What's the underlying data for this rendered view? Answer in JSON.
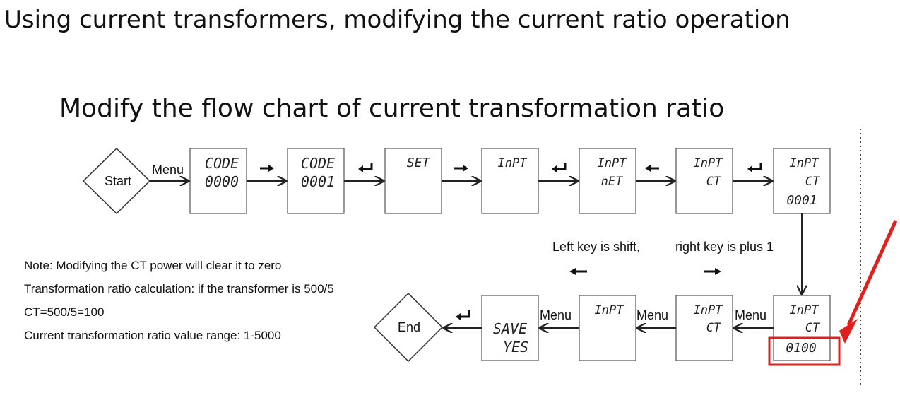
{
  "title": "Using current transformers, modifying the current ratio operation",
  "subtitle": "Modify the flow chart of current transformation ratio",
  "start_label": "Start",
  "end_label": "End",
  "menu_label": "Menu",
  "boxes": [
    [
      "CODE",
      "0000"
    ],
    [
      "CODE",
      "0001"
    ],
    [
      "SET"
    ],
    [
      "InPT"
    ],
    [
      "InPT",
      "nET"
    ],
    [
      "InPT",
      "CT"
    ],
    [
      "InPT",
      "CT",
      "0001"
    ],
    [
      "InPT",
      "CT",
      "0100"
    ],
    [
      "InPT",
      "CT"
    ],
    [
      "InPT"
    ],
    [
      "SAVE",
      "YES"
    ]
  ],
  "key_hints": {
    "left": "Left key is shift,",
    "right": "right key is plus 1"
  },
  "notes": [
    "Note: Modifying the CT power will clear it to zero",
    "Transformation ratio calculation: if the transformer is 500/5",
    "CT=500/5=100",
    "Current transformation ratio value range: 1-5000"
  ],
  "colors": {
    "highlight": "#e0201c",
    "line": "#222222"
  }
}
